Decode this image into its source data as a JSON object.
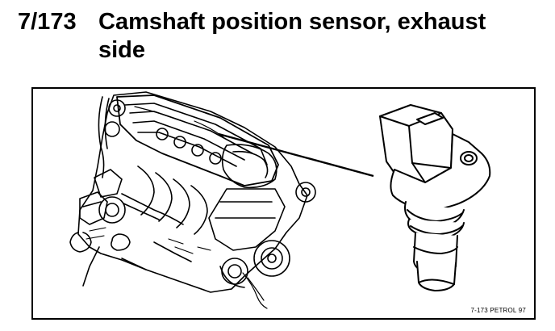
{
  "section": {
    "number": "7/173",
    "title": "Camshaft position sensor, exhaust side"
  },
  "figure": {
    "caption": "7-173 PETROL 97",
    "icons": [
      "engine-illustration",
      "camshaft-sensor-illustration"
    ]
  }
}
